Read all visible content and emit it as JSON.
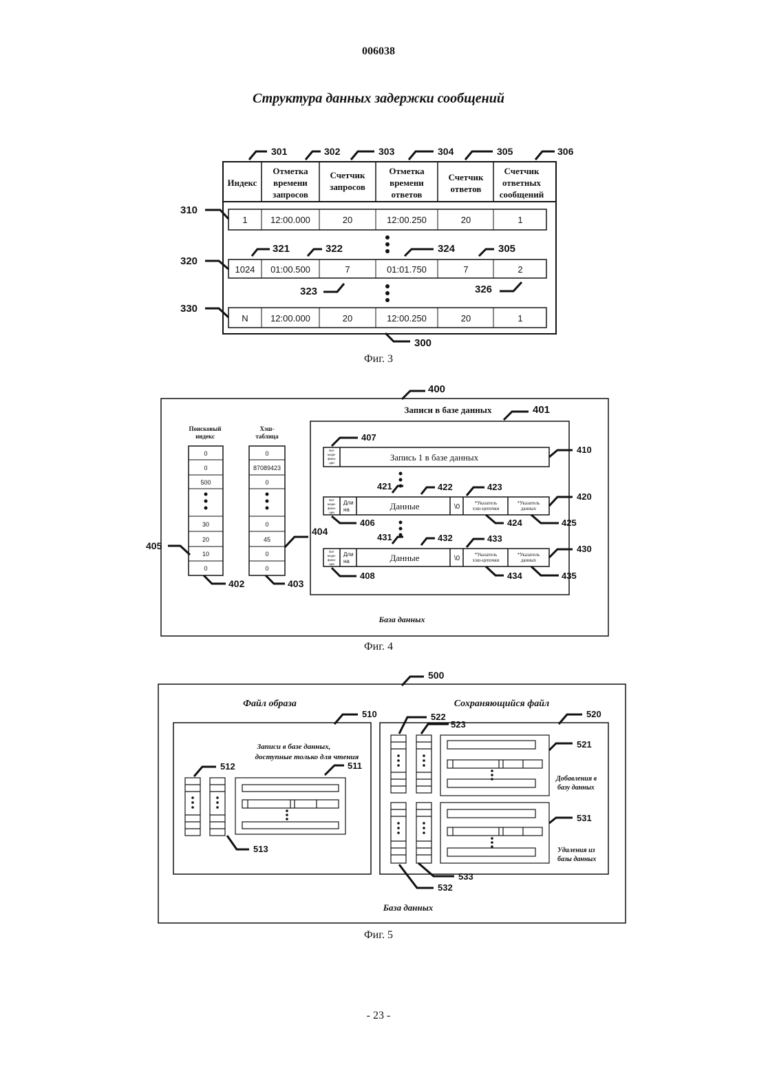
{
  "doc_number": "006038",
  "title": "Структура данных задержки сообщений",
  "page_number": "- 23 -",
  "fig3": {
    "caption": "Фиг. 3",
    "headers": [
      [
        "Индекс"
      ],
      [
        "Отметка",
        "времени",
        "запросов"
      ],
      [
        "Счетчик",
        "запросов"
      ],
      [
        "Отметка",
        "времени",
        "ответов"
      ],
      [
        "Счетчик",
        "ответов"
      ],
      [
        "Счетчик",
        "ответных",
        "сообщений"
      ]
    ],
    "header_refs": [
      "301",
      "302",
      "303",
      "304",
      "305",
      "306"
    ],
    "rows": [
      {
        "ref": "310",
        "cells": [
          "1",
          "12:00.000",
          "20",
          "12:00.250",
          "20",
          "1"
        ]
      },
      {
        "ref": "320",
        "cells": [
          "1024",
          "01:00.500",
          "7",
          "01:01.750",
          "7",
          "2"
        ]
      },
      {
        "ref": "330",
        "cells": [
          "N",
          "12:00.000",
          "20",
          "12:00.250",
          "20",
          "1"
        ]
      }
    ],
    "row2_refs": [
      "321",
      "322",
      "324",
      "305"
    ],
    "row2_below_refs": [
      "323",
      "326"
    ],
    "table_ref": "300"
  },
  "fig4": {
    "caption": "Фиг. 4",
    "ref_main": "400",
    "records_label": "Записи в базе данных",
    "ref_records": "401",
    "search_index_label": [
      "Поисковый",
      "индекс"
    ],
    "hash_table_label": [
      "Хэш-",
      "таблица"
    ],
    "search_index_values": [
      "0",
      "0",
      "500",
      "",
      "30",
      "20",
      "10",
      "0"
    ],
    "hash_table_values": [
      "0",
      "87089423",
      "0",
      "",
      "0",
      "45",
      "0",
      "0"
    ],
    "record1_label": "Запись 1 в базе данных",
    "modbit_label": [
      "Бит",
      "моди-",
      "фика-",
      "ции"
    ],
    "length_label": [
      "Дли",
      "на"
    ],
    "data_label": "Данные",
    "null_label": "\\0",
    "hash_ptr_label": [
      "*Указатель",
      "хэш-цепочки"
    ],
    "data_ptr_label": [
      "*Указатель",
      "данных"
    ],
    "db_label": "База данных",
    "refs": {
      "r402": "402",
      "r403": "403",
      "r404": "404",
      "r405": "405",
      "r406": "406",
      "r407": "407",
      "r408": "408",
      "r410": "410",
      "r420": "420",
      "r421": "421",
      "r422": "422",
      "r423": "423",
      "r424": "424",
      "r425": "425",
      "r430": "430",
      "r431": "431",
      "r432": "432",
      "r433": "433",
      "r434": "434",
      "r435": "435"
    }
  },
  "fig5": {
    "caption": "Фиг. 5",
    "ref_main": "500",
    "image_file_label": "Файл образа",
    "saved_file_label": "Сохраняющийся файл",
    "readonly_label": [
      "Записи в базе данных,",
      "доступные только для чтения"
    ],
    "additions_label": [
      "Добавления в",
      "базу данных"
    ],
    "deletions_label": [
      "Удаления из",
      "базы данных"
    ],
    "db_label": "База данных",
    "refs": {
      "r510": "510",
      "r511": "511",
      "r512": "512",
      "r513": "513",
      "r520": "520",
      "r521": "521",
      "r522": "522",
      "r523": "523",
      "r531": "531",
      "r532": "532",
      "r533": "533"
    }
  }
}
